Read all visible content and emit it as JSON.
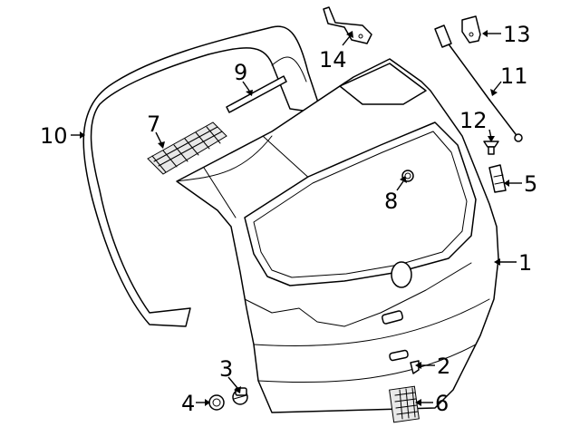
{
  "diagram": {
    "callouts": [
      {
        "id": "1",
        "label": "1"
      },
      {
        "id": "2",
        "label": "2"
      },
      {
        "id": "3",
        "label": "3"
      },
      {
        "id": "4",
        "label": "4"
      },
      {
        "id": "5",
        "label": "5"
      },
      {
        "id": "6",
        "label": "6"
      },
      {
        "id": "7",
        "label": "7"
      },
      {
        "id": "8",
        "label": "8"
      },
      {
        "id": "9",
        "label": "9"
      },
      {
        "id": "10",
        "label": "10"
      },
      {
        "id": "11",
        "label": "11"
      },
      {
        "id": "12",
        "label": "12"
      },
      {
        "id": "13",
        "label": "13"
      },
      {
        "id": "14",
        "label": "14"
      }
    ],
    "colors": {
      "line": "#000000",
      "background": "#ffffff",
      "fill": "#ffffff"
    }
  }
}
